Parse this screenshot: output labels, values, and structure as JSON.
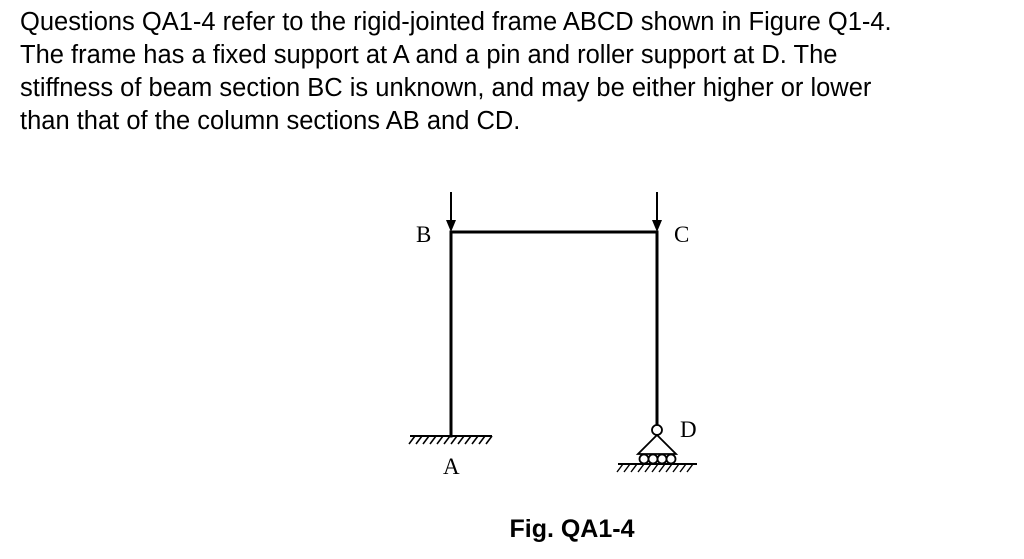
{
  "intro": {
    "lines": [
      "Questions QA1-4 refer to the rigid-jointed frame ABCD shown in Figure Q1-4.",
      "The frame has a fixed support at A and a pin and roller support at D. The",
      "stiffness of beam section BC is unknown, and may be either higher or lower",
      "than that of the column sections AB and CD."
    ]
  },
  "figure": {
    "labels": {
      "A": "A",
      "B": "B",
      "C": "C",
      "D": "D"
    },
    "caption": "Fig. QA1-4"
  }
}
